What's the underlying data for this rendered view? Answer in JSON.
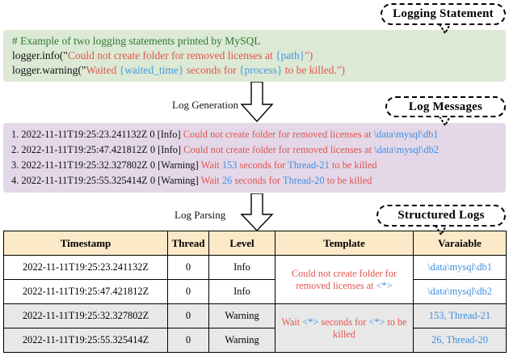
{
  "callouts": {
    "logging_statement": "Logging Statement",
    "log_messages": "Log Messages",
    "structured_logs": "Structured Logs"
  },
  "arrows": {
    "log_generation": "Log Generation",
    "log_parsing": "Log Parsing"
  },
  "code_block": {
    "comment": "# Example of two logging statements printed by MySQL",
    "line2": {
      "prefix": "logger.info(\"",
      "text_a": "Could not create folder for removed licenses at ",
      "var_a": "{path}",
      "suffix": "\")"
    },
    "line3": {
      "prefix": "logger.warning(\"",
      "text_a": "Waited ",
      "var_a": "{waited_time}",
      "text_b": " seconds for ",
      "var_b": "{process}",
      "text_c": " to be killed.",
      "suffix": "\")"
    }
  },
  "log_messages": [
    {
      "index": "1.",
      "meta": " 2022-11-11T19:25:23.241132Z 0 [Info] ",
      "msg_a": "Could not create folder for removed licenses at ",
      "var_a": "\\data\\mysql\\db1",
      "msg_b": "",
      "var_b": "",
      "msg_c": ""
    },
    {
      "index": "2.",
      "meta": " 2022-11-11T19:25:47.421812Z 0 [Info] ",
      "msg_a": "Could not create folder for removed licenses at ",
      "var_a": "\\data\\mysql\\db2",
      "msg_b": "",
      "var_b": "",
      "msg_c": ""
    },
    {
      "index": "3.",
      "meta": " 2022-11-11T19:25:32.327802Z 0 [Warning] ",
      "msg_a": "Wait ",
      "var_a": "153",
      "msg_b": " seconds for ",
      "var_b": "Thread-21",
      "msg_c": " to be killed"
    },
    {
      "index": "4.",
      "meta": " 2022-11-11T19:25:55.325414Z 0 [Warning] ",
      "msg_a": "Wait ",
      "var_a": "26",
      "msg_b": " seconds for ",
      "var_b": "Thread-20",
      "msg_c": " to be killed"
    }
  ],
  "table": {
    "headers": [
      "Timestamp",
      "Thread",
      "Level",
      "Template",
      "Varaiable"
    ],
    "rows": [
      {
        "timestamp": "2022-11-11T19:25:23.241132Z",
        "thread": "0",
        "level": "Info",
        "variable": "\\data\\mysql\\db1"
      },
      {
        "timestamp": "2022-11-11T19:25:47.421812Z",
        "thread": "0",
        "level": "Info",
        "variable": "\\data\\mysql\\db2"
      },
      {
        "timestamp": "2022-11-11T19:25:32.327802Z",
        "thread": "0",
        "level": "Warning",
        "variable": "153, Thread-21"
      },
      {
        "timestamp": "2022-11-11T19:25:55.325414Z",
        "thread": "0",
        "level": "Warning",
        "variable": "26, Thread-20"
      }
    ],
    "templates": [
      {
        "part_a": "Could not create folder for removed licenses at ",
        "wildcard_1": "<*>",
        "part_b": "",
        "wildcard_2": "",
        "part_c": ""
      },
      {
        "part_a": "Wait ",
        "wildcard_1": "<*>",
        "part_b": " seconds for ",
        "wildcard_2": "<*>",
        "part_c": " to be killed"
      }
    ]
  },
  "colors": {
    "green_panel": "#dce9d5",
    "purple_panel": "#e3d7e8",
    "header_tan": "#fbe9c8",
    "string_red": "#e2554d",
    "variable_blue": "#3f8fe0",
    "comment_green": "#2e7a34",
    "row_shade": "#e8e8e8"
  }
}
